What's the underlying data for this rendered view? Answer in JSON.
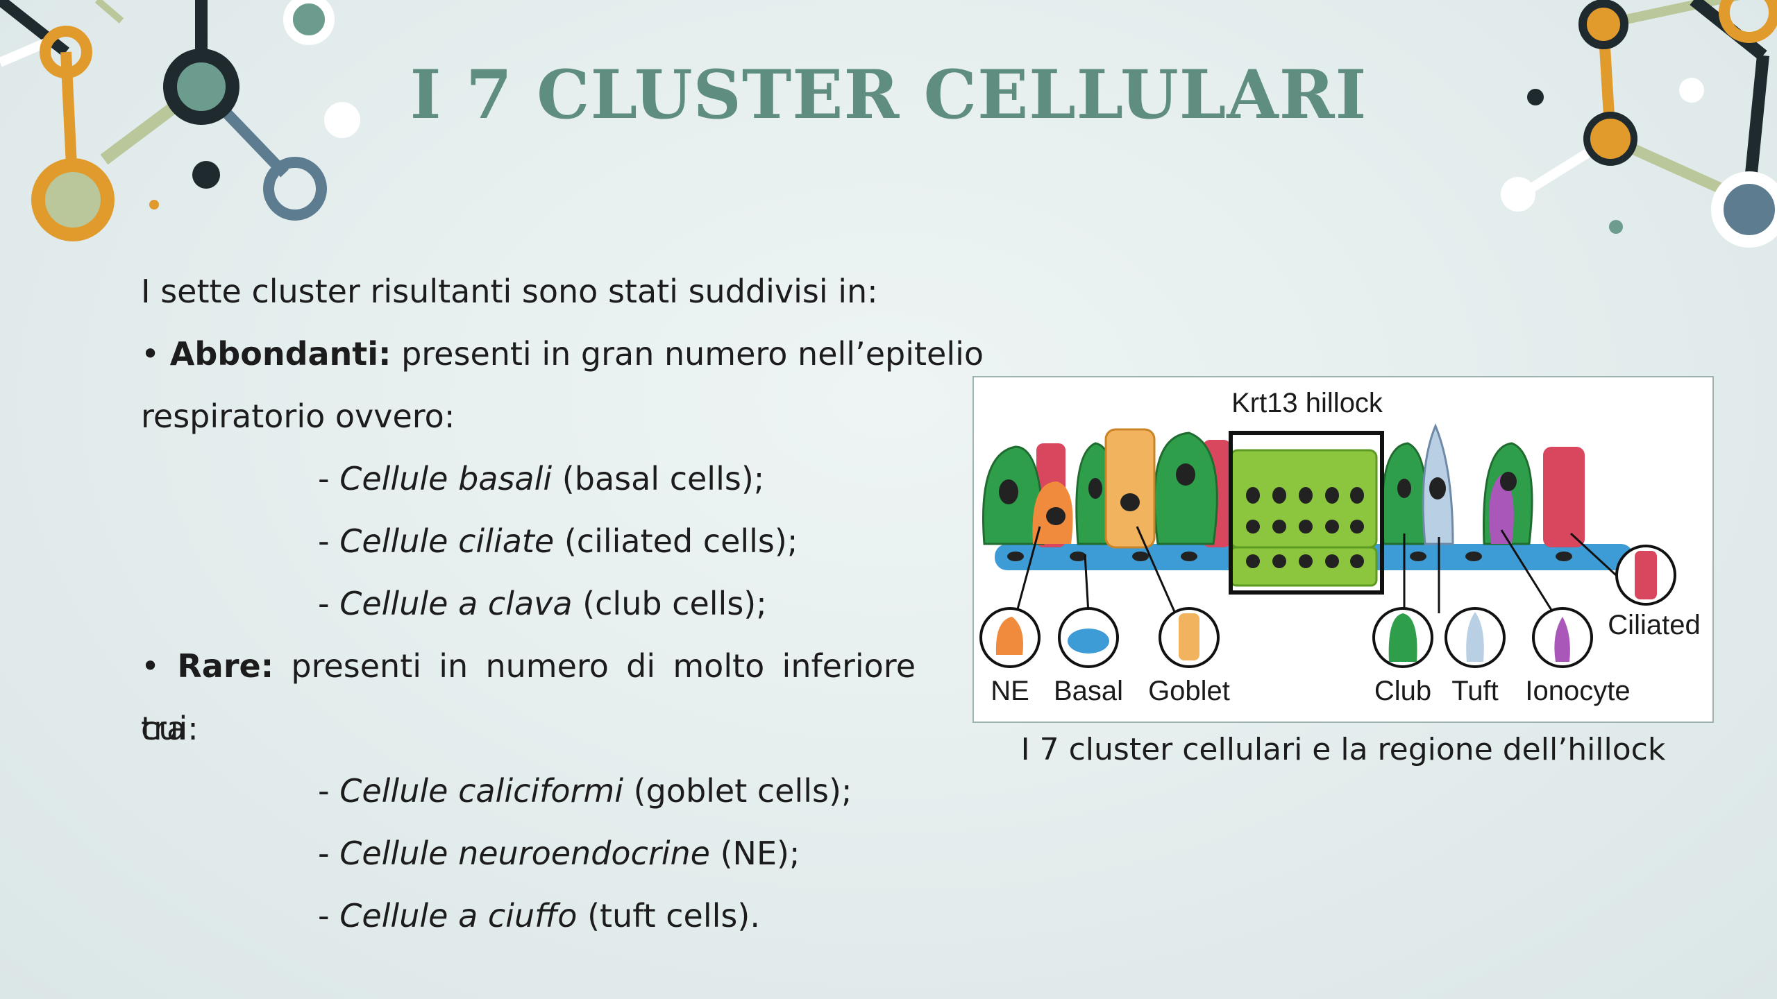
{
  "slide": {
    "title": "I 7 CLUSTER CELLULARI"
  },
  "body": {
    "intro": "I sette cluster risultanti sono stati suddivisi in:",
    "bullet": "•",
    "abbondanti": {
      "label": "Abbondanti:",
      "text": "presenti in gran numero nell’epitelio",
      "continuation": "respiratorio ovvero:",
      "items": [
        {
          "dash": "- ",
          "italic": "Cellule basali",
          "rest": " (basal cells);"
        },
        {
          "dash": "- ",
          "italic": "Cellule ciliate",
          "rest": " (ciliated cells);"
        },
        {
          "dash": "- ",
          "italic": "Cellule a clava",
          "rest": " (club cells);"
        }
      ]
    },
    "rare": {
      "label": "Rare:",
      "text": "presenti in numero di molto inferiore tra",
      "continuation": "cui:",
      "items": [
        {
          "dash": "- ",
          "italic": "Cellule caliciformi",
          "rest": " (goblet cells);"
        },
        {
          "dash": "- ",
          "italic": "Cellule neuroendocrine",
          "rest": " (NE);"
        },
        {
          "dash": "- ",
          "italic": "Cellule a ciuffo",
          "rest": " (tuft cells)."
        }
      ]
    }
  },
  "figure": {
    "hillock_label": "Krt13 hillock",
    "labels": {
      "ne": "NE",
      "basal": "Basal",
      "goblet": "Goblet",
      "club": "Club",
      "tuft": "Tuft",
      "ionocyte": "Ionocyte",
      "ciliated": "Ciliated"
    },
    "caption": "I 7 cluster cellulari e la regione dell’hillock",
    "colors": {
      "club": "#2f9e4a",
      "ciliated": "#d9475f",
      "goblet": "#f2b35f",
      "ne": "#f08a3c",
      "basal": "#3d9bd6",
      "tuft": "#b9cfe3",
      "ionocyte": "#a957b8",
      "hillock": "#8cc63f"
    }
  },
  "theme": {
    "title_color": "#5f8e80",
    "deco_orange": "#e19b2c",
    "deco_dark": "#1f2a2e",
    "deco_olive": "#b9c79a",
    "deco_slate": "#5d7c8f"
  }
}
